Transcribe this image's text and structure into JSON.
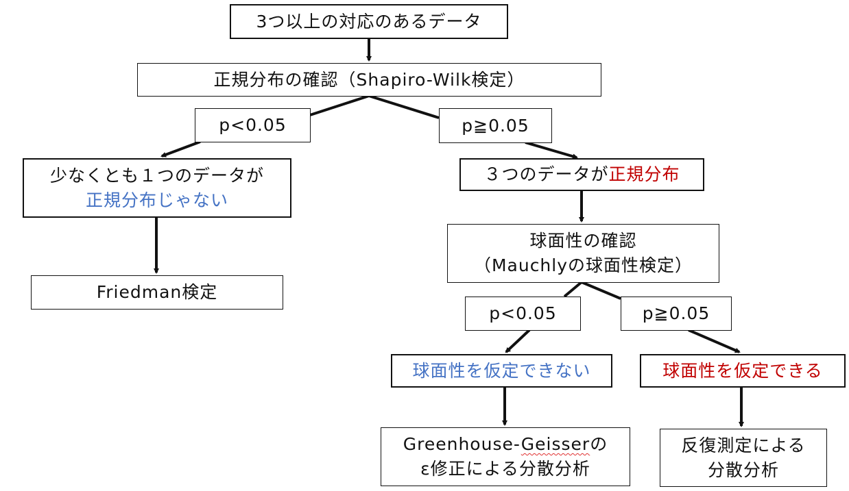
{
  "colors": {
    "line": "#111111",
    "blue": "#4472C4",
    "red": "#C00000"
  },
  "nodes": {
    "start": {
      "text": "3つ以上の対応のあるデータ"
    },
    "normality_check": {
      "text": "正規分布の確認（Shapiro-Wilk検定）"
    },
    "norm_p_low": {
      "text": "p<0.05"
    },
    "norm_p_high": {
      "text": "p≧0.05"
    },
    "not_normal": {
      "line1": "少なくとも１つのデータが",
      "line2": "正規分布じゃない"
    },
    "normal": {
      "prefix": "３つのデータが",
      "highlight": "正規分布"
    },
    "friedman": {
      "text": "Friedman検定"
    },
    "sphericity_check": {
      "line1": "球面性の確認",
      "line2": "（Mauchlyの球面性検定）"
    },
    "sph_p_low": {
      "text": "p<0.05"
    },
    "sph_p_high": {
      "text": "p≧0.05"
    },
    "not_spherical": {
      "text": "球面性を仮定できない"
    },
    "spherical": {
      "text": "球面性を仮定できる"
    },
    "gg_anova": {
      "line1_a": "Greenhouse-",
      "line1_b": "Geisser",
      "line1_c": "の",
      "line2": "ε修正による分散分析"
    },
    "rm_anova": {
      "line1": "反復測定による",
      "line2": "分散分析"
    }
  }
}
